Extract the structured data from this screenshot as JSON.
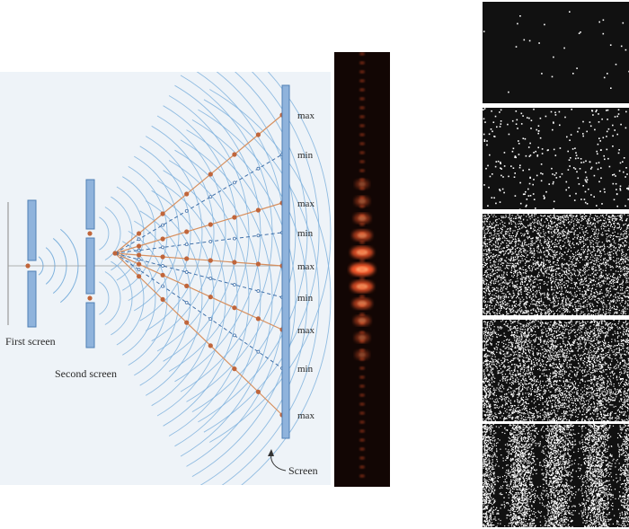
{
  "labels": {
    "first_screen": "First screen",
    "second_screen": "Second screen",
    "screen": "Screen",
    "fringe_labels": [
      "max",
      "min",
      "max",
      "min",
      "max",
      "min",
      "max",
      "min",
      "max"
    ]
  },
  "colors": {
    "background": "#ffffff",
    "diagram_panel": "#eef3f8",
    "screen_plate": "#8fb3dc",
    "screen_plate_edge": "#4f7fb5",
    "wavefront": "#7fb2dd",
    "ray_orange": "#d7905f",
    "ray_dashed": "#3f6fa8",
    "intersection_dot": "#c0653a",
    "fringe_photo_bg": "#120604",
    "fringe_glow": "#ff5a2a",
    "buildup_bg": "#111111",
    "buildup_dots": "#ffffff"
  },
  "fringe_photo": {
    "order_intensities": [
      0.15,
      0.22,
      0.35,
      0.55,
      0.8,
      1.0,
      0.8,
      0.55,
      0.35,
      0.22,
      0.15
    ]
  },
  "buildup_panels": {
    "panel_count": 5,
    "dot_densities": [
      30,
      300,
      3500,
      3800,
      4500
    ],
    "fringe_visibility": [
      0.0,
      0.0,
      0.15,
      0.5,
      0.9
    ]
  }
}
